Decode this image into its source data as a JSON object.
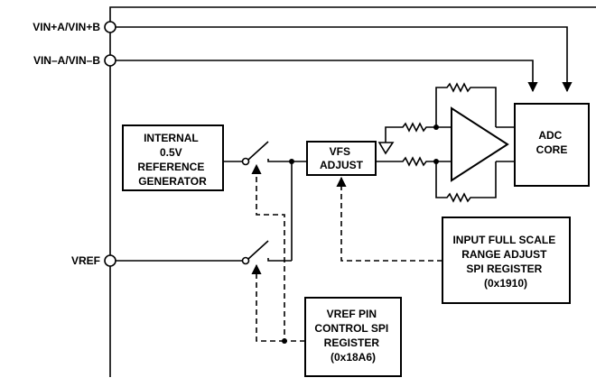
{
  "pins": {
    "vin_a_b": "VIN+A/VIN+B",
    "vin_minus_a_b": "VIN–A/VIN–B",
    "vref": "VREF"
  },
  "blocks": {
    "internal_ref": [
      "INTERNAL",
      "0.5V",
      "REFERENCE",
      "GENERATOR"
    ],
    "vfs_adjust": [
      "VFS",
      "ADJUST"
    ],
    "adc_core": [
      "ADC",
      "CORE"
    ],
    "input_fs_register": [
      "INPUT FULL SCALE",
      "RANGE ADJUST",
      "SPI REGISTER",
      "(0x1910)"
    ],
    "vref_pin_register": [
      "VREF PIN",
      "CONTROL SPI",
      "REGISTER",
      "(0x18A6)"
    ]
  }
}
